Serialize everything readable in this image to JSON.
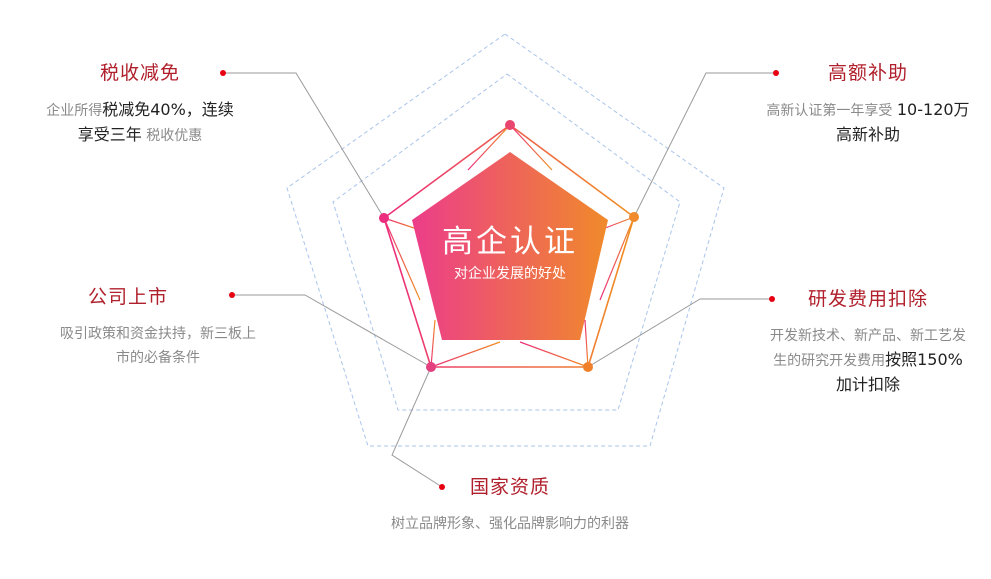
{
  "center": {
    "title": "高企认证",
    "subtitle": "对企业发展的好处"
  },
  "features": {
    "tax": {
      "title": "税收减免",
      "desc_1_a": "企业所得",
      "desc_1_b": "税减免40%，连续",
      "desc_2_a": "享受三年",
      "desc_2_b": " 税收优惠"
    },
    "subsidy": {
      "title": "高额补助",
      "desc_1_a": "高新认证第一年享受 ",
      "desc_1_b": "10-120万",
      "desc_2": "高新补助"
    },
    "listing": {
      "title": "公司上市",
      "desc_1": "吸引政策和资金扶持，新三板上",
      "desc_2": "市的必备条件"
    },
    "rnd": {
      "title": "研发费用扣除",
      "desc_1": "开发新技术、新产品、新工艺发",
      "desc_2_a": "生的研究开发费用",
      "desc_2_b": "按照150%",
      "desc_3": "加计扣除"
    },
    "qualification": {
      "title": "国家资质",
      "desc_1": "树立品牌形象、强化品牌影响力的利器"
    }
  },
  "colors": {
    "title_red": "#b0202c",
    "dot_red": "#e60012",
    "gradient_start": "#ec3d8a",
    "gradient_end": "#f08a2a",
    "dashed_blue": "#a9c4ea",
    "leader_gray": "#9a9a9a"
  }
}
